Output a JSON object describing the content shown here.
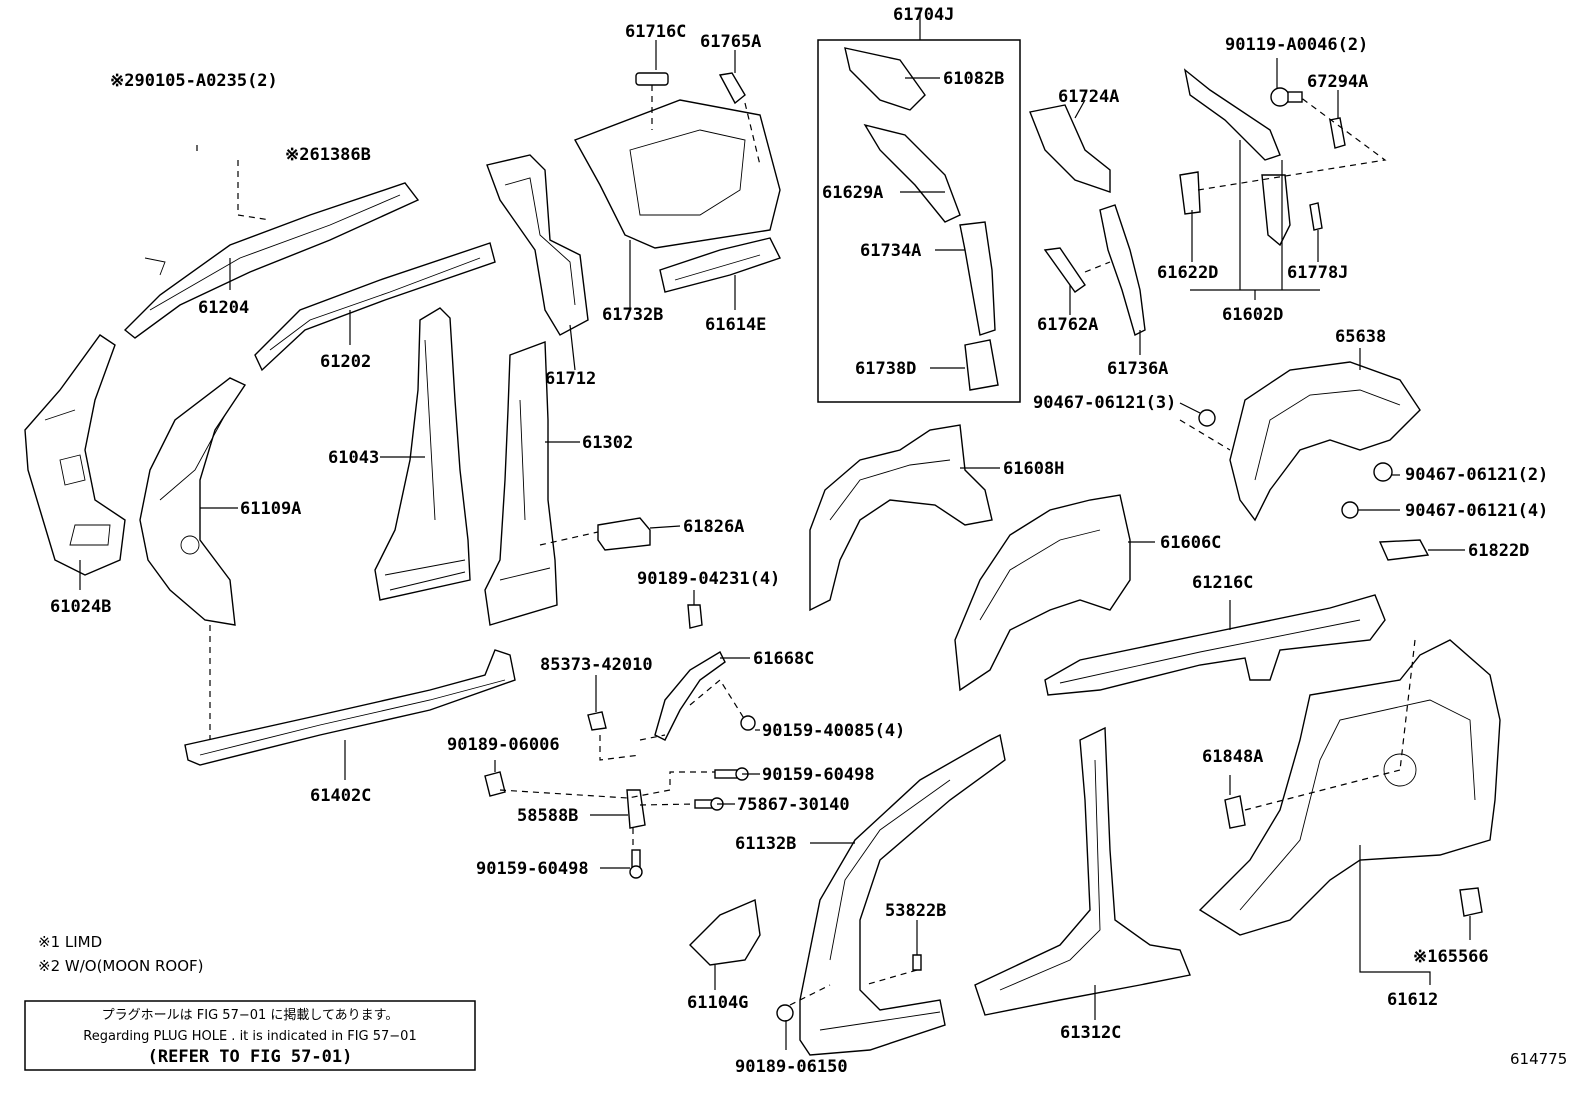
{
  "notes": {
    "note1": "※1 LIMD",
    "note2": "※2 W/O(MOON ROOF)"
  },
  "plug_hole_box": {
    "line_jp": "プラグホールは FIG 57−01 に掲載してあります。",
    "line_en": "Regarding PLUG HOLE . it is indicated in FIG 57−01",
    "line_ref": "(REFER TO FIG 57-01)"
  },
  "figure_id": "614775",
  "callouts": {
    "c_290105": "※290105-A0235(2)",
    "c_61386B": "※261386B",
    "c_61204": "61204",
    "c_61202": "61202",
    "c_61024B": "61024B",
    "c_61109A": "61109A",
    "c_61043": "61043",
    "c_61302": "61302",
    "c_61716C": "61716C",
    "c_61765A": "61765A",
    "c_61712": "61712",
    "c_61732B": "61732B",
    "c_61614E": "61614E",
    "c_61704J": "61704J",
    "c_61082B": "61082B",
    "c_61629A": "61629A",
    "c_61734A": "61734A",
    "c_61738D": "61738D",
    "c_61724A": "61724A",
    "c_61762A": "61762A",
    "c_61736A": "61736A",
    "c_90119": "90119-A0046(2)",
    "c_67294A": "67294A",
    "c_61622D": "61622D",
    "c_61778J": "61778J",
    "c_61602D": "61602D",
    "c_65638": "65638",
    "c_90467_3": "90467-06121(3)",
    "c_90467_2": "90467-06121(2)",
    "c_90467_4": "90467-06121(4)",
    "c_61608H": "61608H",
    "c_61606C": "61606C",
    "c_61822D": "61822D",
    "c_61826A": "61826A",
    "c_90189_04231": "90189-04231(4)",
    "c_61668C": "61668C",
    "c_85373": "85373-42010",
    "c_90159_40085": "90159-40085(4)",
    "c_90189_06006": "90189-06006",
    "c_90159_60498_a": "90159-60498",
    "c_58588B": "58588B",
    "c_75867": "75867-30140",
    "c_90159_60498_b": "90159-60498",
    "c_61402C": "61402C",
    "c_61216C": "61216C",
    "c_61848A": "61848A",
    "c_61132B": "61132B",
    "c_53822B": "53822B",
    "c_61104G": "61104G",
    "c_90189_06150": "90189-06150",
    "c_61312C": "61312C",
    "c_65566": "※165566",
    "c_61612": "61612"
  }
}
